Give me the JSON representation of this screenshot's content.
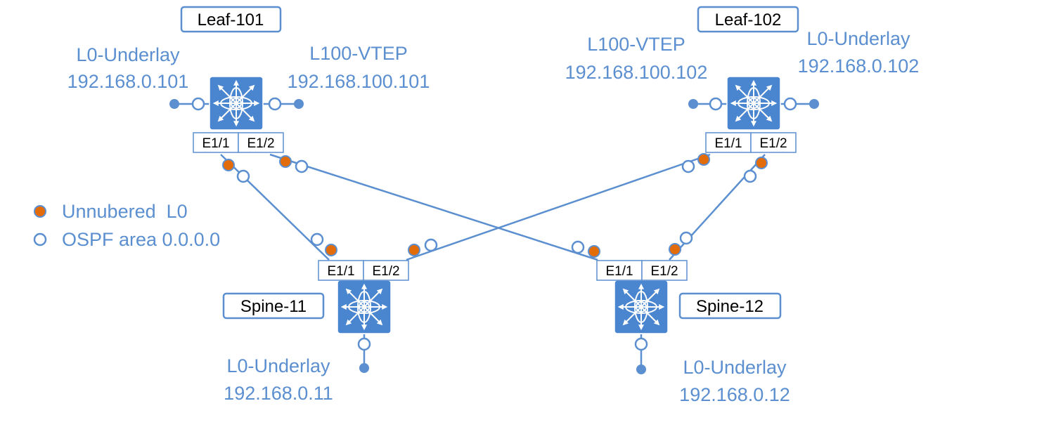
{
  "colors": {
    "link": "#5b8fd0",
    "switch": "#4a86cf",
    "unnumbered": "#e36c0a",
    "text": "#5b8fd0"
  },
  "icons": {
    "switch": "switch-icon",
    "ospf": "open-circle-icon",
    "unnumbered": "orange-dot-icon"
  },
  "leaf101": {
    "name": "Leaf-101",
    "loopback0": {
      "label": "L0-Underlay",
      "ip": "192.168.0.101"
    },
    "loopback100": {
      "label": "L100-VTEP",
      "ip": "192.168.100.101"
    },
    "ports": [
      "E1/1",
      "E1/2"
    ]
  },
  "leaf102": {
    "name": "Leaf-102",
    "loopback0": {
      "label": "L0-Underlay",
      "ip": "192.168.0.102"
    },
    "loopback100": {
      "label": "L100-VTEP",
      "ip": "192.168.100.102"
    },
    "ports": [
      "E1/1",
      "E1/2"
    ]
  },
  "spine11": {
    "name": "Spine-11",
    "loopback0": {
      "label": "L0-Underlay",
      "ip": "192.168.0.11"
    },
    "ports": [
      "E1/1",
      "E1/2"
    ]
  },
  "spine12": {
    "name": "Spine-12",
    "loopback0": {
      "label": "L0-Underlay",
      "ip": "192.168.0.12"
    },
    "ports": [
      "E1/1",
      "E1/2"
    ]
  },
  "legend": {
    "items": [
      {
        "label": "Unnubered  L0"
      },
      {
        "label": "OSPF area 0.0.0.0"
      }
    ]
  }
}
